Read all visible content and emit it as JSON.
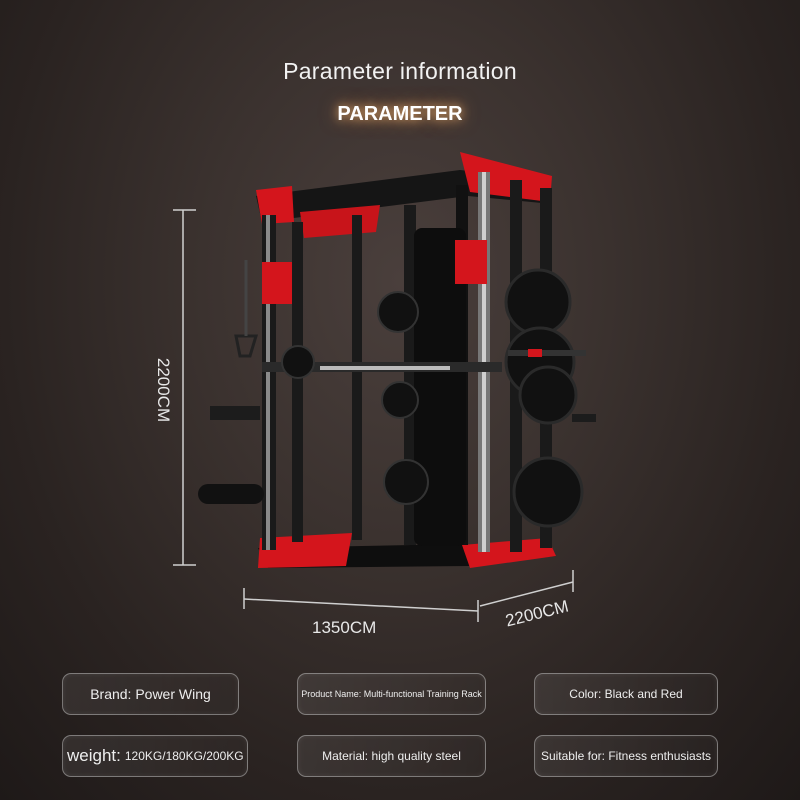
{
  "header": {
    "title": "Parameter information",
    "subtitle": "PARAMETER"
  },
  "dimensions": {
    "height": "2200CM",
    "width": "1350CM",
    "depth": "2200CM"
  },
  "specs": {
    "brand": "Brand: Power Wing",
    "product_name": "Product Name: Multi-functional Training Rack",
    "color": "Color: Black and Red",
    "weight_label": "weight:",
    "weight_value": "120KG/180KG/200KG",
    "material": "Material: high quality steel",
    "suitable_for": "Suitable for: Fitness enthusiasts"
  },
  "colors": {
    "accent_red": "#d4151c",
    "frame_black": "#111111",
    "background": "#3b322f"
  }
}
